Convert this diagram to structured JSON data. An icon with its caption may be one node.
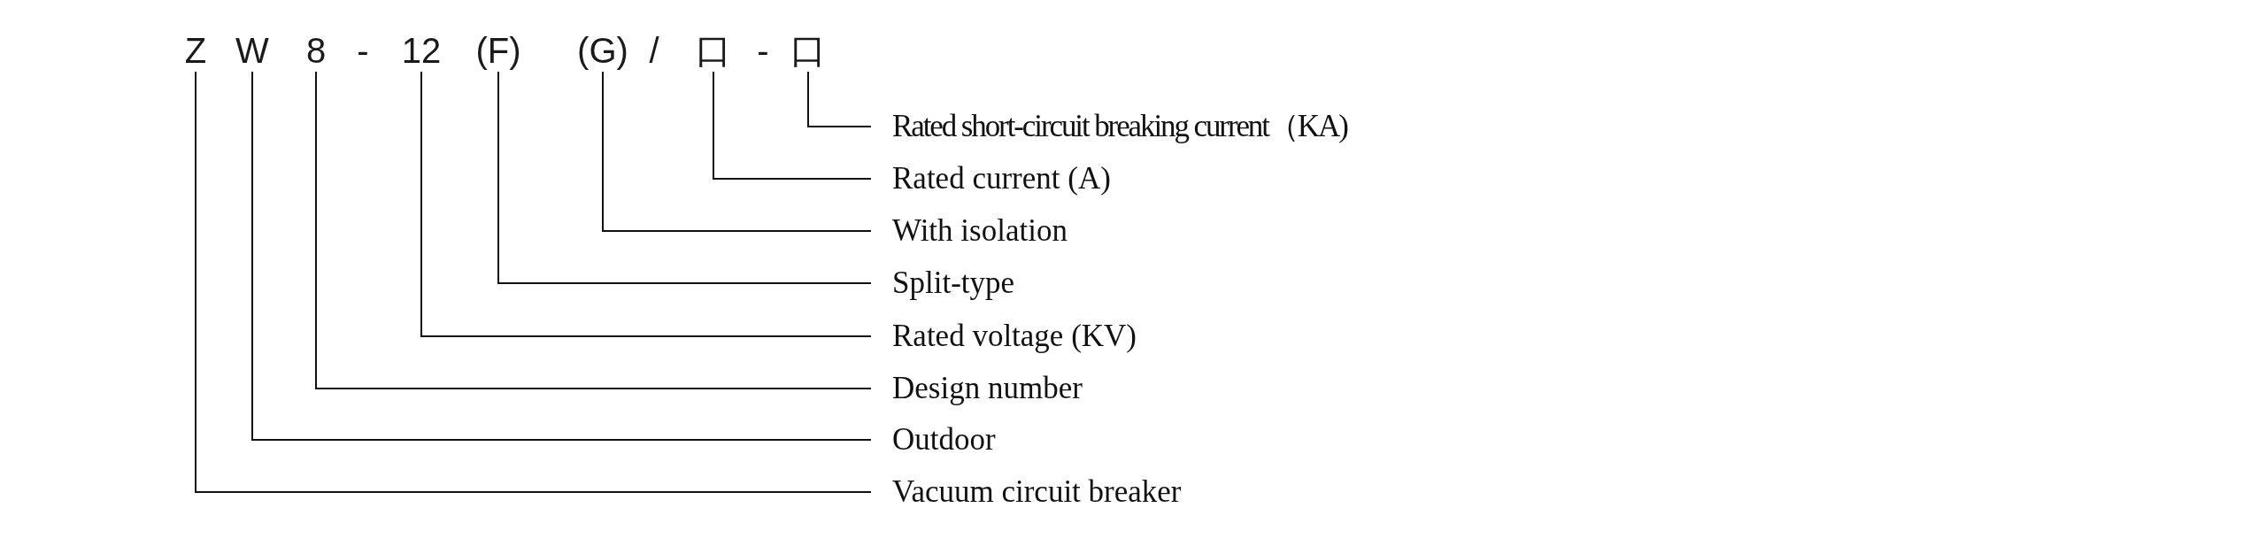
{
  "diagram": {
    "nodes": [
      {
        "text": [
          "Z"
        ]
      },
      {
        "text": [
          "W"
        ]
      },
      {
        "text": [
          "8"
        ]
      },
      {
        "text": [
          "12"
        ]
      },
      {
        "text": [
          "(F)"
        ]
      },
      {
        "text": [
          "(G)"
        ]
      },
      {
        "text": [
          "口"
        ]
      },
      {
        "text": [
          "口"
        ]
      },
      {
        "text": [
          "Rated short-circuit breaking current（KA)"
        ]
      },
      {
        "text": [
          "Rated current (A)"
        ]
      },
      {
        "text": [
          "With isolation"
        ]
      },
      {
        "text": [
          "Split-type"
        ]
      },
      {
        "text": [
          "Rated voltage (KV)"
        ]
      },
      {
        "text": [
          "Design number"
        ]
      },
      {
        "text": [
          "Outdoor"
        ]
      },
      {
        "text": [
          "Vacuum circuit breaker"
        ]
      }
    ],
    "edges": [
      {
        "from": 7,
        "to": 8,
        "arrow": "none"
      },
      {
        "from": 6,
        "to": 9,
        "arrow": "none"
      },
      {
        "from": 5,
        "to": 10,
        "arrow": "none"
      },
      {
        "from": 4,
        "to": 11,
        "arrow": "none"
      },
      {
        "from": 3,
        "to": 12,
        "arrow": "none"
      },
      {
        "from": 2,
        "to": 13,
        "arrow": "none"
      },
      {
        "from": 1,
        "to": 14,
        "arrow": "none"
      },
      {
        "from": 0,
        "to": 15,
        "arrow": "none"
      }
    ],
    "labels": [
      "-",
      "/",
      "-"
    ]
  }
}
